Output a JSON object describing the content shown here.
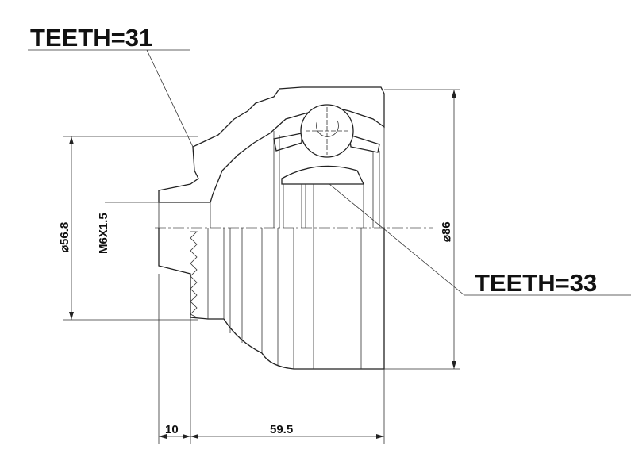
{
  "callouts": {
    "teeth_outer": "TEETH=31",
    "teeth_inner": "TEETH=33"
  },
  "dimensions": {
    "inner_diameter": "⌀56.8",
    "thread": "M6X1.5",
    "outer_diameter": "⌀86",
    "stub_length": "10",
    "body_length": "59.5"
  }
}
